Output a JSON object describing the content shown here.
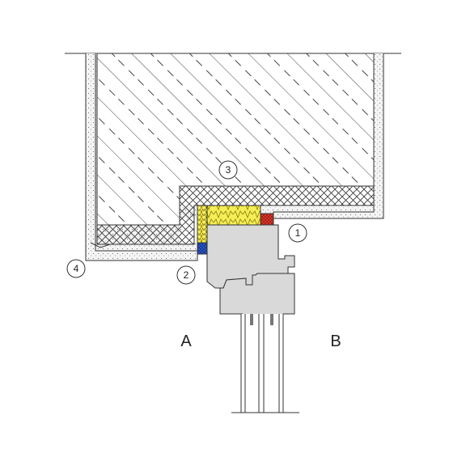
{
  "labels": {
    "side_a": "A",
    "side_b": "B"
  },
  "callouts": [
    {
      "id": "1",
      "text": "1"
    },
    {
      "id": "2",
      "text": "2"
    },
    {
      "id": "3",
      "text": "3"
    },
    {
      "id": "4",
      "text": "4"
    }
  ],
  "colors": {
    "line": "#333333",
    "hatch": "#555555",
    "plaster": "#f4f4f4",
    "insulation_yellow": "#f5ee55",
    "tape_red": "#e23b2b",
    "tape_blue": "#2d5bd6",
    "frame_gray": "#d9d9d9"
  }
}
